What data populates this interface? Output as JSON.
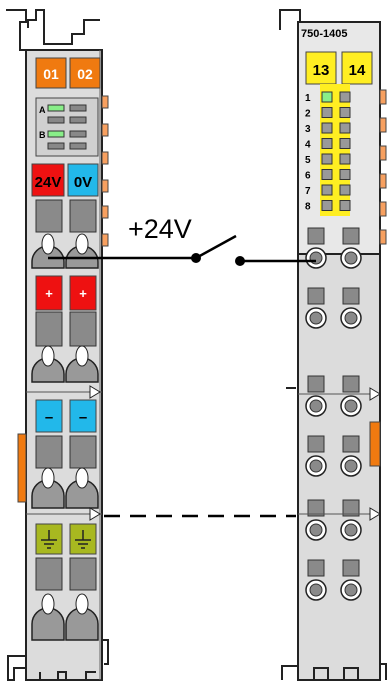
{
  "left_module": {
    "led_labels": [
      "01",
      "02"
    ],
    "status_labels": [
      "A",
      "B"
    ],
    "supply_labels": [
      "24V",
      "0V"
    ],
    "plus_symbols": [
      "+",
      "+"
    ],
    "minus_symbols": [
      "–",
      "–"
    ],
    "ground_icons": [
      "ground-icon",
      "ground-icon"
    ]
  },
  "right_module": {
    "part_number": "750-1405",
    "led_labels": [
      "13",
      "14"
    ],
    "channel_numbers": [
      "1",
      "2",
      "3",
      "4",
      "5",
      "6",
      "7",
      "8"
    ]
  },
  "wiring": {
    "switch_label": "+24V"
  },
  "colors": {
    "housing": "#dcdcdc",
    "orange": "#f07a10",
    "red": "#ee1111",
    "blue": "#22b8ea",
    "ground_green": "#a8b820",
    "yellow": "#ffee22",
    "led_green": "#88ee88",
    "connector": "#8a8a8a",
    "tab_orange": "#f7a060"
  }
}
